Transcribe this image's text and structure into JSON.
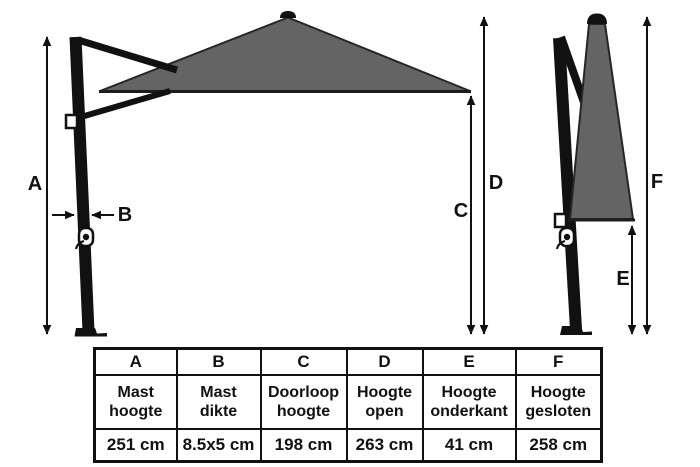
{
  "diagram": {
    "dim_labels": {
      "a": "A",
      "b": "B",
      "c": "C",
      "d": "D",
      "e": "E",
      "f": "F"
    },
    "colors": {
      "canopy": "#646464",
      "line": "#111111",
      "background": "#ffffff"
    }
  },
  "table": {
    "columns": [
      {
        "letter": "A",
        "label_lines": [
          "Mast",
          "hoogte"
        ],
        "value": "251 cm"
      },
      {
        "letter": "B",
        "label_lines": [
          "Mast",
          "dikte"
        ],
        "value": "8.5x5 cm"
      },
      {
        "letter": "C",
        "label_lines": [
          "Doorloop",
          "hoogte"
        ],
        "value": "198 cm"
      },
      {
        "letter": "D",
        "label_lines": [
          "Hoogte",
          "open"
        ],
        "value": "263 cm"
      },
      {
        "letter": "E",
        "label_lines": [
          "Hoogte",
          "onderkant"
        ],
        "value": "41 cm"
      },
      {
        "letter": "F",
        "label_lines": [
          "Hoogte",
          "gesloten"
        ],
        "value": "258 cm"
      }
    ]
  }
}
